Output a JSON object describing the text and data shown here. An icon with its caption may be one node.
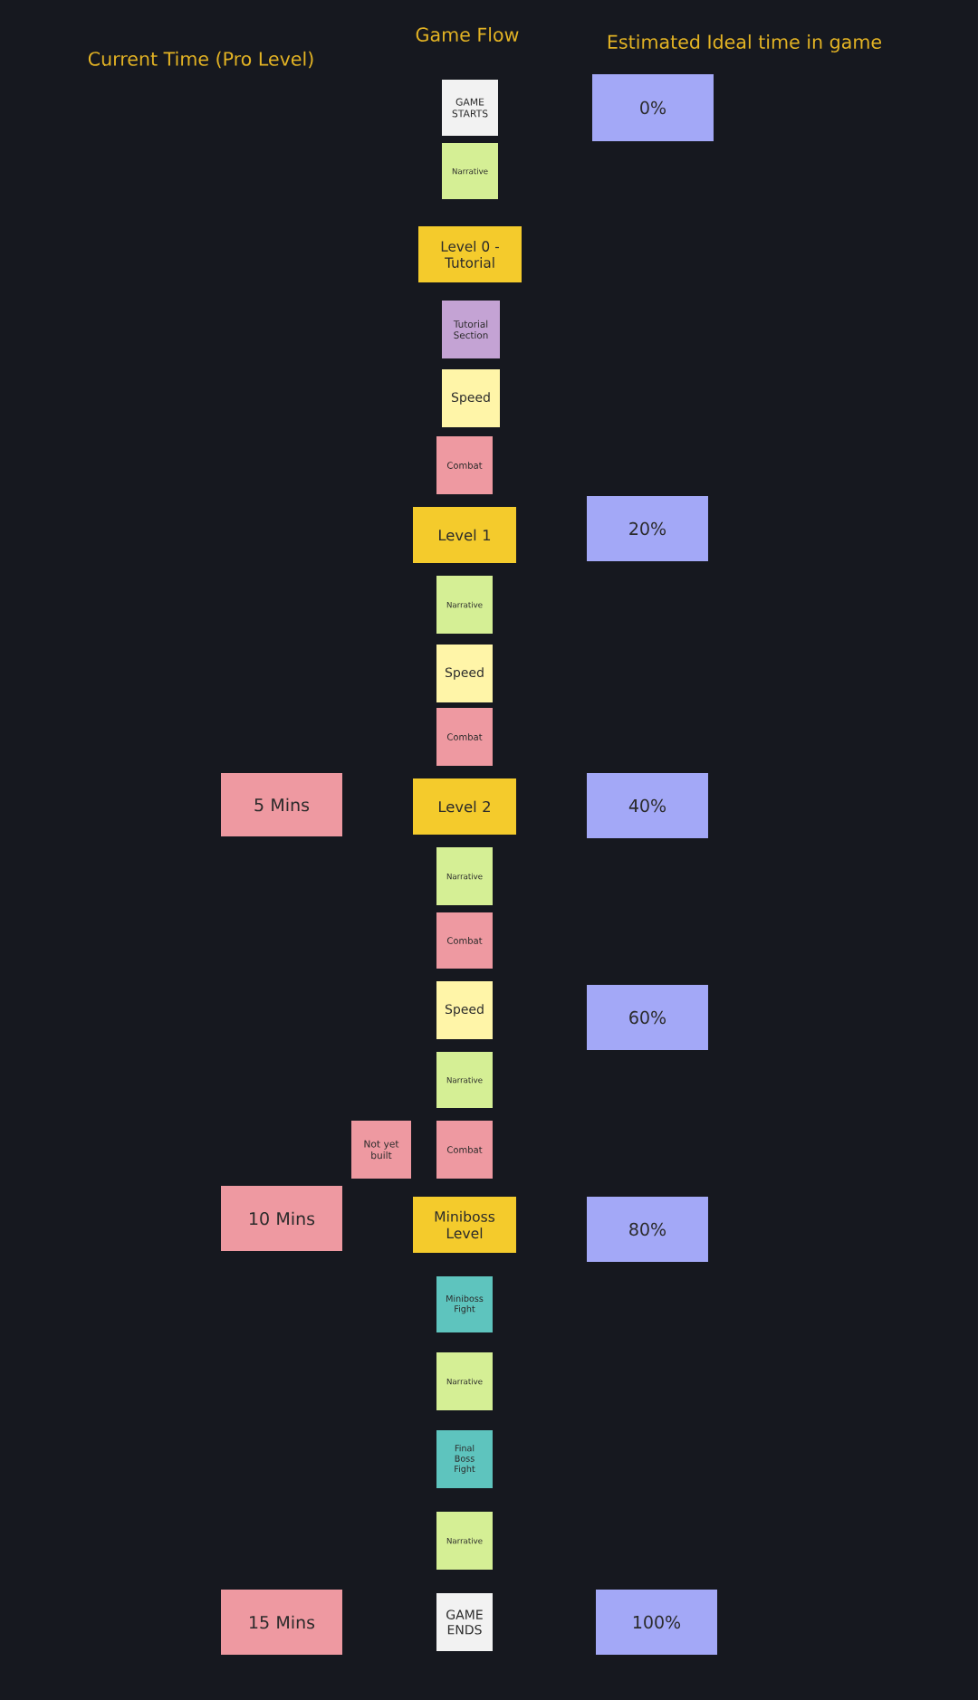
{
  "diagram": {
    "nodes": [
      {
        "text": [
          "GAME STARTS"
        ]
      },
      {
        "text": [
          "0%"
        ]
      },
      {
        "text": [
          "Narrative"
        ]
      },
      {
        "text": [
          "Level 0 - Tutorial"
        ]
      },
      {
        "text": [
          "Tutorial Section"
        ]
      },
      {
        "text": [
          "Speed"
        ]
      },
      {
        "text": [
          "Combat"
        ]
      },
      {
        "text": [
          "Level 1"
        ]
      },
      {
        "text": [
          "20%"
        ]
      },
      {
        "text": [
          "Narrative"
        ]
      },
      {
        "text": [
          "Speed"
        ]
      },
      {
        "text": [
          "Combat"
        ]
      },
      {
        "text": [
          "5 Mins"
        ]
      },
      {
        "text": [
          "Level 2"
        ]
      },
      {
        "text": [
          "40%"
        ]
      },
      {
        "text": [
          "Narrative"
        ]
      },
      {
        "text": [
          "Combat"
        ]
      },
      {
        "text": [
          "Speed"
        ]
      },
      {
        "text": [
          "60%"
        ]
      },
      {
        "text": [
          "Narrative"
        ]
      },
      {
        "text": [
          "Not yet built"
        ]
      },
      {
        "text": [
          "Combat"
        ]
      },
      {
        "text": [
          "10 Mins"
        ]
      },
      {
        "text": [
          "Miniboss Level"
        ]
      },
      {
        "text": [
          "80%"
        ]
      },
      {
        "text": [
          "Miniboss Fight"
        ]
      },
      {
        "text": [
          "Narrative"
        ]
      },
      {
        "text": [
          "Final Boss Fight"
        ]
      },
      {
        "text": [
          "Narrative"
        ]
      },
      {
        "text": [
          "15 Mins"
        ]
      },
      {
        "text": [
          "GAME ENDS"
        ]
      },
      {
        "text": [
          "100%"
        ]
      }
    ],
    "labels": [
      "Current Time (Pro Level)",
      "Game Flow",
      "Estimated Ideal time in game"
    ]
  }
}
